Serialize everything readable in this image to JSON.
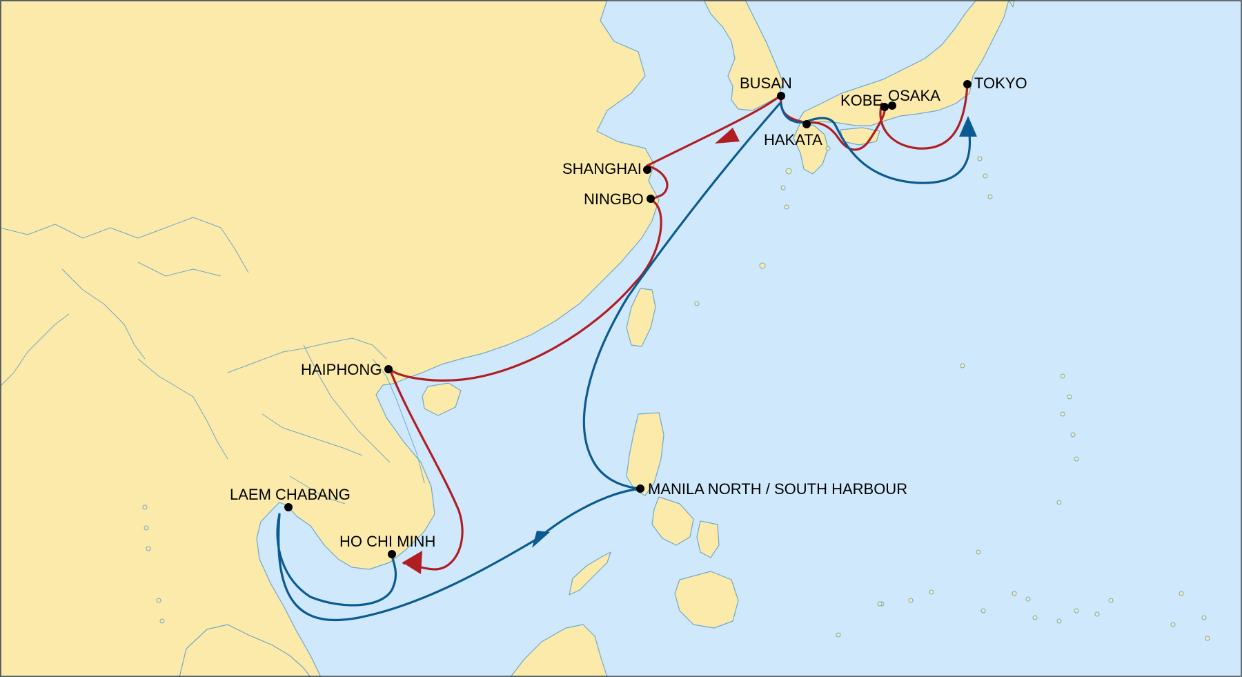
{
  "colors": {
    "sea": "#cfe8fb",
    "land": "#fbeaa9",
    "coast": "#6fa8c9",
    "route_red": "#b01e23",
    "route_blue": "#0b5a91",
    "port": "#000000"
  },
  "ports": {
    "busan": "BUSAN",
    "tokyo": "TOKYO",
    "kobe": "KOBE",
    "osaka": "OSAKA",
    "hakata": "HAKATA",
    "shanghai": "SHANGHAI",
    "ningbo": "NINGBO",
    "haiphong": "HAIPHONG",
    "laem_chabang": "LAEM CHABANG",
    "ho_chi_minh": "HO CHI MINH",
    "manila": "MANILA NORTH / SOUTH HARBOUR"
  },
  "routes": [
    {
      "name": "red-loop",
      "color": "#b01e23"
    },
    {
      "name": "blue-loop",
      "color": "#0b5a91"
    }
  ]
}
